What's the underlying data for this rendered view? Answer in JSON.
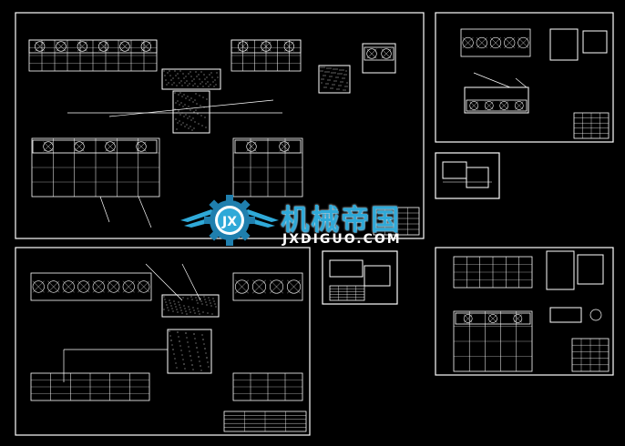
{
  "drawing": {
    "line_color": "#ffffff",
    "background": "#000000",
    "accent_color": "#00ffff",
    "sheets": [
      {
        "name": "sheet-top-left-layout"
      },
      {
        "name": "sheet-top-right-detail"
      },
      {
        "name": "sheet-small-middle-right"
      },
      {
        "name": "sheet-bottom-left-layout"
      },
      {
        "name": "sheet-bottom-middle-detail"
      },
      {
        "name": "sheet-bottom-right-detail"
      }
    ]
  },
  "watermark": {
    "text_cn": "机械帝国",
    "text_en": "JXDIGUO.COM",
    "logo_letters": "JX",
    "color": "#2fa9d8",
    "logo_icon": "gear-wing-logo-icon"
  }
}
